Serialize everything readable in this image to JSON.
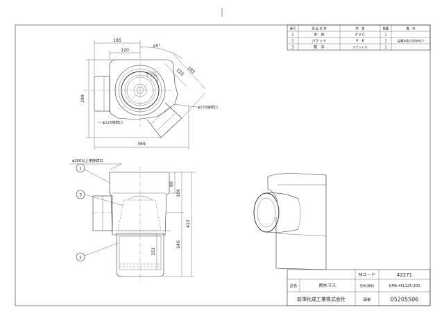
{
  "parts_table": {
    "headers": [
      "番号",
      "部 品 名 称",
      "材　質",
      "数量",
      "備　考"
    ],
    "rows": [
      {
        "no": "1",
        "name": "本　体",
        "material": "P V C",
        "qty": "1",
        "note": ""
      },
      {
        "no": "2",
        "name": "バケット",
        "material": "P　P",
        "qty": "1",
        "note": "品種水抜き形状有り"
      },
      {
        "no": "3",
        "name": "取　手",
        "material": "ステンレス",
        "qty": "1",
        "note": ""
      }
    ]
  },
  "plan_view": {
    "dimensions": [
      "185",
      "120",
      "45°",
      "120",
      "185",
      "299",
      "369"
    ],
    "labels": {
      "outlet_side": "φ125接続口",
      "outlet_bottom": "φ125接続口"
    }
  },
  "front_view": {
    "top_label": "φ200以上用接続口",
    "dimensions": [
      "80",
      "166",
      "412",
      "246",
      "152"
    ],
    "balloons": [
      "1",
      "3",
      "2"
    ]
  },
  "title_block": {
    "code_label": "Mコ－ド",
    "code_value": "42271",
    "name_label": "品名",
    "name_value": "雨水マス",
    "model_label": "型式(規格)",
    "model_value": "UMA-45L125-200",
    "company": "前澤化成工業株式会社",
    "drawing_label": "図番",
    "drawing_value": "05205506"
  }
}
